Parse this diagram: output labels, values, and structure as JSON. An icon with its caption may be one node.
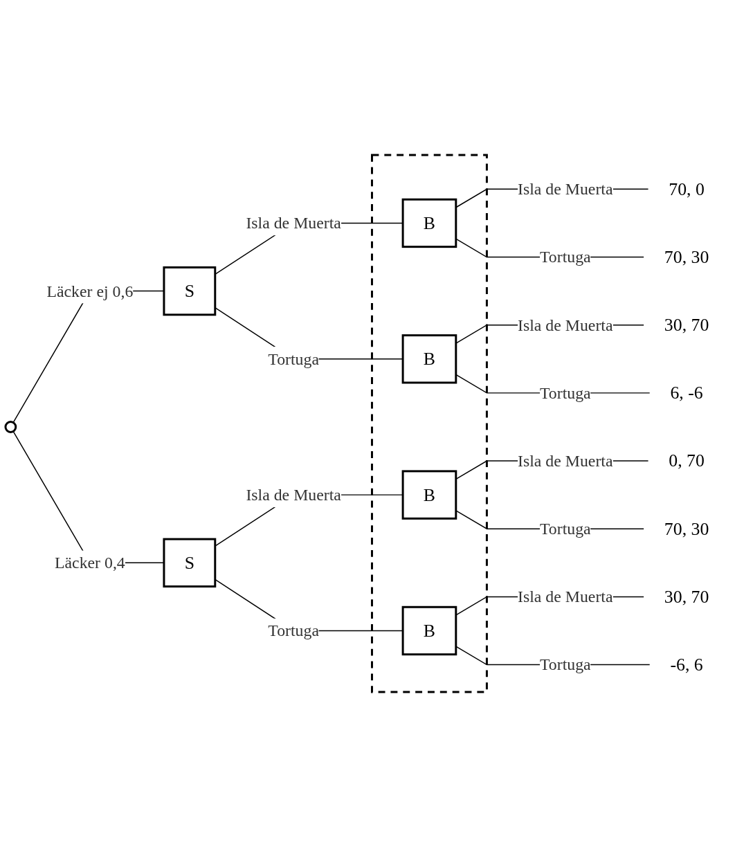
{
  "diagram": {
    "nodes": [
      {
        "text": [],
        "shape": "circle"
      },
      {
        "text": [
          "S"
        ]
      },
      {
        "text": [
          "S"
        ]
      },
      {
        "text": [],
        "shape": "box"
      },
      {
        "text": [
          "B"
        ],
        "in": 3
      },
      {
        "text": [
          "B"
        ],
        "in": 3
      },
      {
        "text": [
          "B"
        ],
        "in": 3
      },
      {
        "text": [
          "B"
        ],
        "in": 3
      },
      {
        "text": [
          "70, 0"
        ]
      },
      {
        "text": [
          "70, 30"
        ]
      },
      {
        "text": [
          "30, 70"
        ]
      },
      {
        "text": [
          "6, -6"
        ]
      },
      {
        "text": [
          "0, 70"
        ]
      },
      {
        "text": [
          "70, 30"
        ]
      },
      {
        "text": [
          "30, 70"
        ]
      },
      {
        "text": [
          "-6, 6"
        ]
      }
    ],
    "edges": [
      {
        "from": 0,
        "to": 1,
        "arrow": "none",
        "label": "Läcker ej 0,6"
      },
      {
        "from": 0,
        "to": 2,
        "arrow": "none",
        "label": "Läcker 0,4"
      },
      {
        "from": 1,
        "to": 4,
        "arrow": "none",
        "label": "Isla de Muerta"
      },
      {
        "from": 1,
        "to": 5,
        "arrow": "none",
        "label": "Tortuga"
      },
      {
        "from": 2,
        "to": 6,
        "arrow": "none",
        "label": "Isla de Muerta"
      },
      {
        "from": 2,
        "to": 7,
        "arrow": "none",
        "label": "Tortuga"
      },
      {
        "from": 4,
        "to": 8,
        "arrow": "none",
        "label": "Isla de Muerta"
      },
      {
        "from": 4,
        "to": 9,
        "arrow": "none",
        "label": "Tortuga"
      },
      {
        "from": 5,
        "to": 10,
        "arrow": "none",
        "label": "Isla de Muerta"
      },
      {
        "from": 5,
        "to": 11,
        "arrow": "none",
        "label": "Tortuga"
      },
      {
        "from": 6,
        "to": 12,
        "arrow": "none",
        "label": "Isla de Muerta"
      },
      {
        "from": 6,
        "to": 13,
        "arrow": "none",
        "label": "Tortuga"
      },
      {
        "from": 7,
        "to": 14,
        "arrow": "none",
        "label": "Isla de Muerta"
      },
      {
        "from": 7,
        "to": 15,
        "arrow": "none",
        "label": "Tortuga"
      }
    ]
  }
}
